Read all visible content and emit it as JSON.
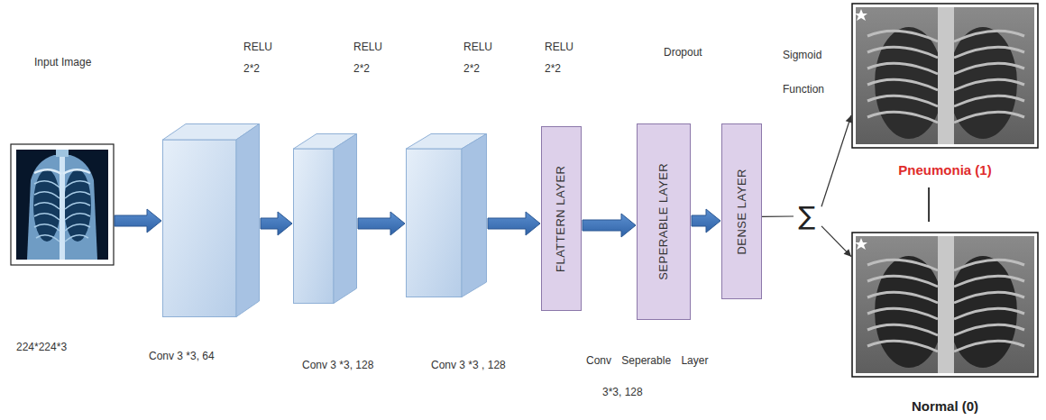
{
  "diagram": {
    "nodes": [
      {
        "text": [
          "Input Image",
          "224*224*3"
        ]
      },
      {
        "text": [
          "Conv 3 *3, 64"
        ]
      },
      {
        "text": [
          "Conv 3 *3, 128"
        ]
      },
      {
        "text": [
          "Conv 3 *3 , 128"
        ]
      },
      {
        "text": [
          "FLATTERN LAYER"
        ]
      },
      {
        "text": [
          "SEPERABLE LAYER"
        ]
      },
      {
        "text": [
          "DENSE LAYER"
        ]
      },
      {
        "text": [
          "∑"
        ]
      },
      {
        "text": [
          "Pneumonia (1)"
        ]
      },
      {
        "text": [
          "Normal (0)"
        ]
      }
    ],
    "edges": [
      {
        "from": 0,
        "to": 1,
        "arrow": "to"
      },
      {
        "from": 1,
        "to": 2,
        "arrow": "to"
      },
      {
        "from": 2,
        "to": 3,
        "arrow": "to"
      },
      {
        "from": 3,
        "to": 4,
        "arrow": "to"
      },
      {
        "from": 4,
        "to": 5,
        "arrow": "to"
      },
      {
        "from": 5,
        "to": 6,
        "arrow": "to"
      },
      {
        "from": 6,
        "to": 7,
        "arrow": "none"
      },
      {
        "from": 7,
        "to": 8,
        "arrow": "to"
      },
      {
        "from": 7,
        "to": 9,
        "arrow": "to"
      },
      {
        "from": 8,
        "to": 9,
        "arrow": "none"
      }
    ],
    "labels": [
      "RELU 2*2",
      "RELU 2*2",
      "RELU 2*2",
      "RELU 2*2",
      "Dropout",
      "Sigmoid Function",
      "Conv Seperable Layer",
      "3*3, 128"
    ]
  }
}
